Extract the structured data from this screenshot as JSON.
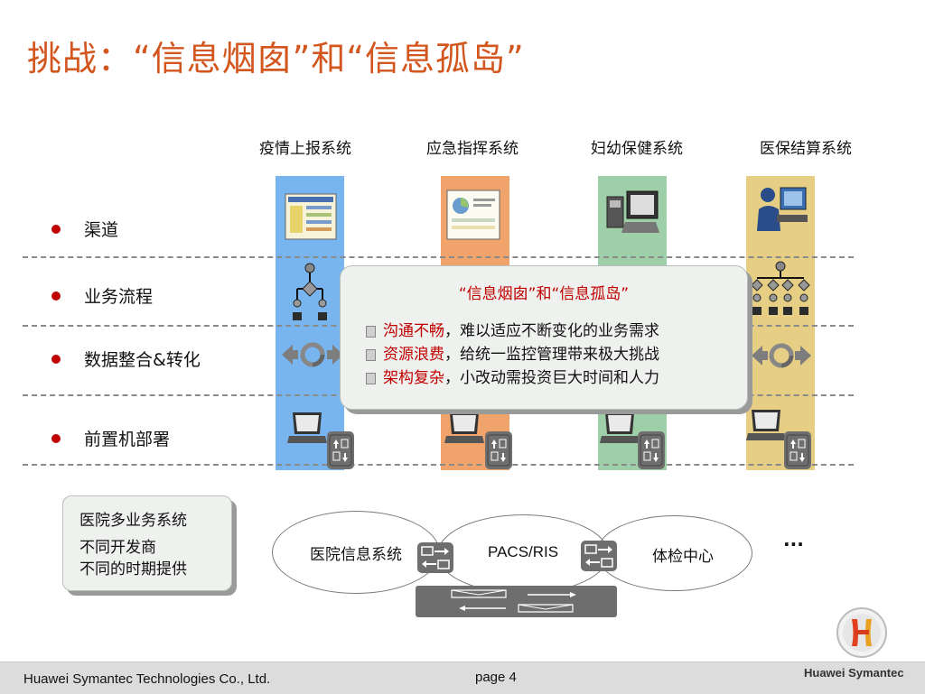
{
  "title": "挑战：“信息烟囱”和“信息孤岛”",
  "columns": [
    {
      "label": "疫情上报系统",
      "color": "#78b4ee"
    },
    {
      "label": "应急指挥系统",
      "color": "#f0a46c"
    },
    {
      "label": "妇幼保健系统",
      "color": "#9fcfa9"
    },
    {
      "label": "医保结算系统",
      "color": "#e6cf84"
    }
  ],
  "rows": [
    {
      "label": "渠道"
    },
    {
      "label": "业务流程"
    },
    {
      "label": "数据整合&转化"
    },
    {
      "label": "前置机部署"
    }
  ],
  "callout": {
    "title": "“信息烟囱”和“信息孤岛”",
    "items": [
      {
        "key": "沟通不畅",
        "text": "，难以适应不断变化的业务需求"
      },
      {
        "key": "资源浪费",
        "text": "，给统一监控管理带来极大挑战"
      },
      {
        "key": "架构复杂",
        "text": "，小改动需投资巨大时间和人力"
      }
    ]
  },
  "hospital_box": {
    "title": "医院多业务系统",
    "line1": "不同开发商",
    "line2": "不同的时期提供"
  },
  "systems": {
    "his": "医院信息系统",
    "pacs": "PACS/RIS",
    "checkup": "体检中心",
    "more": "..."
  },
  "footer": {
    "company": "Huawei Symantec Technologies Co., Ltd.",
    "page": "page 4",
    "brand": "Huawei Symantec"
  },
  "colors": {
    "title": "#d2561e",
    "accent_red": "#c00000"
  },
  "icons": {
    "screen": "monitor-screenshot-icon",
    "flow": "workflow-tree-icon",
    "sync": "sync-arrows-icon",
    "laptop": "laptop-icon",
    "gateway": "message-gateway-icon",
    "logo": "huawei-symantec-logo-icon"
  }
}
